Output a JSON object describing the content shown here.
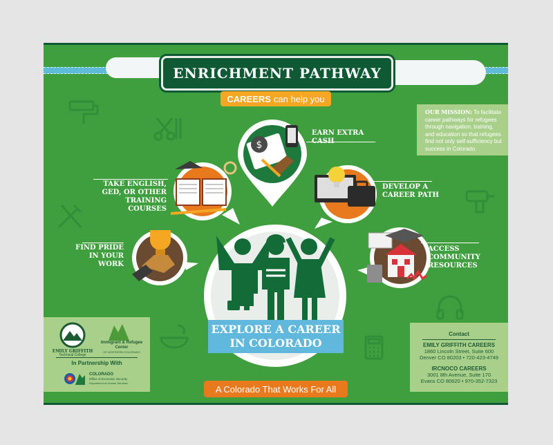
{
  "header": {
    "title": "ENRICHMENT PATHWAY",
    "subtitle_bold": "CAREERS",
    "subtitle_rest": "can help you"
  },
  "mission": {
    "label": "OUR MISSION:",
    "text": "To facilitate career pathways for refugees through navigation, training, and education so that refugees find not only self-sufficiency but success in Colorado."
  },
  "pathways": [
    {
      "label": "EARN EXTRA CASH"
    },
    {
      "label": "DEVELOP A CAREER PATH"
    },
    {
      "label": "ACCESS COMMUNITY RESOURCES"
    },
    {
      "label": "TAKE ENGLISH, GED, OR OTHER TRAINING COURSES"
    },
    {
      "label": "FIND PRIDE IN YOUR WORK"
    }
  ],
  "center": {
    "line1": "EXPLORE A CAREER",
    "line2": "IN COLORADO"
  },
  "footer": {
    "tagline": "A Colorado That Works For All"
  },
  "partners": {
    "emily_name": "EMILY GRIFFITH",
    "emily_sub": "Technical College",
    "irc_name": "Immigrant & Refugee Center",
    "irc_sub": "OF NORTHERN COLORADO",
    "partnership_label": "In Partnership With",
    "co_name": "COLORADO",
    "co_office": "Office of Economic Security",
    "co_dept": "Department of Human Services"
  },
  "contact": {
    "heading": "Contact",
    "org1": "EMILY GRIFFITH CAREERS",
    "org1_line1": "1860 Lincoln Street, Suite 600",
    "org1_line2": "Denver CO 80203 • 720-423-4749",
    "org2": "IRCNOCO CAREERS",
    "org2_line1": "3001 8th Avenue, Suite 170",
    "org2_line2": "Evans CO 80620 • 970-352-7323"
  },
  "colors": {
    "green": "#3f9f3f",
    "dark_green": "#0f5a35",
    "orange": "#e87a1d",
    "yellow": "#f5a623",
    "blue": "#61b8dd",
    "light_green": "#a8d08a"
  }
}
